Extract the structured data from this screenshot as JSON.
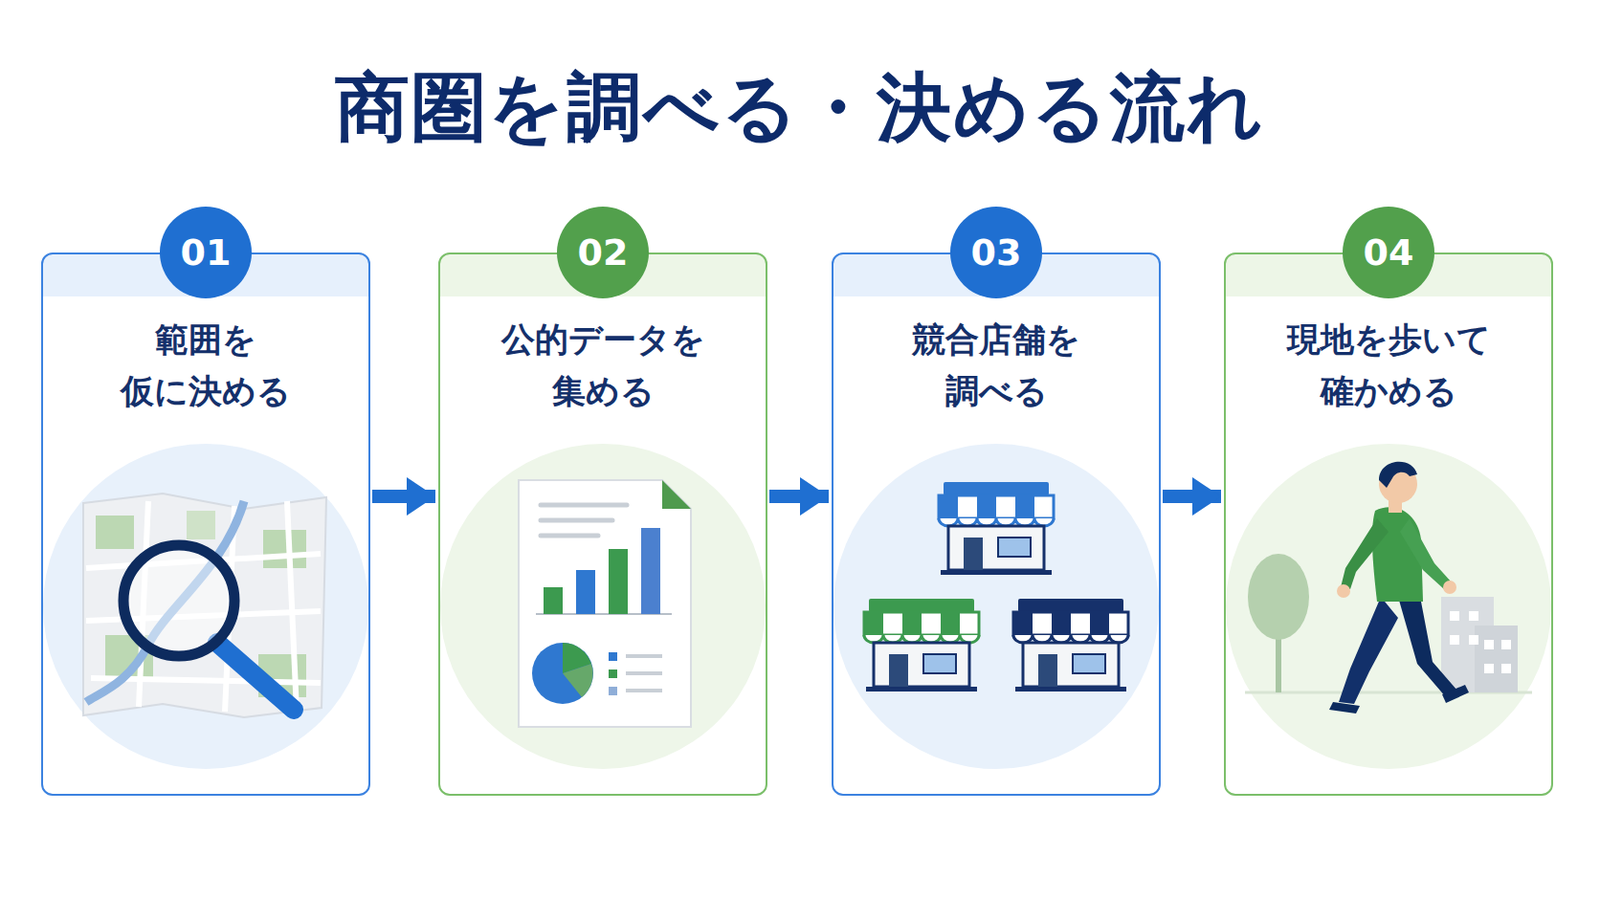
{
  "diagram": {
    "title": "商圏を調べる・決める流れ",
    "nodes": [
      {
        "text": [
          "範囲を 仮に決める"
        ]
      },
      {
        "text": [
          "01"
        ],
        "in": 0
      },
      {
        "text": [
          "公的データを 集める"
        ]
      },
      {
        "text": [
          "02"
        ],
        "in": 2
      },
      {
        "text": [
          "競合店舗を 調べる"
        ]
      },
      {
        "text": [
          "03"
        ],
        "in": 4
      },
      {
        "text": [
          "現地を歩いて 確かめる"
        ]
      },
      {
        "text": [
          "04"
        ],
        "in": 6
      }
    ],
    "edges": [
      {
        "from": 0,
        "to": 2,
        "arrow": "to"
      },
      {
        "from": 2,
        "to": 4,
        "arrow": "to"
      },
      {
        "from": 4,
        "to": 6,
        "arrow": "to"
      }
    ]
  }
}
